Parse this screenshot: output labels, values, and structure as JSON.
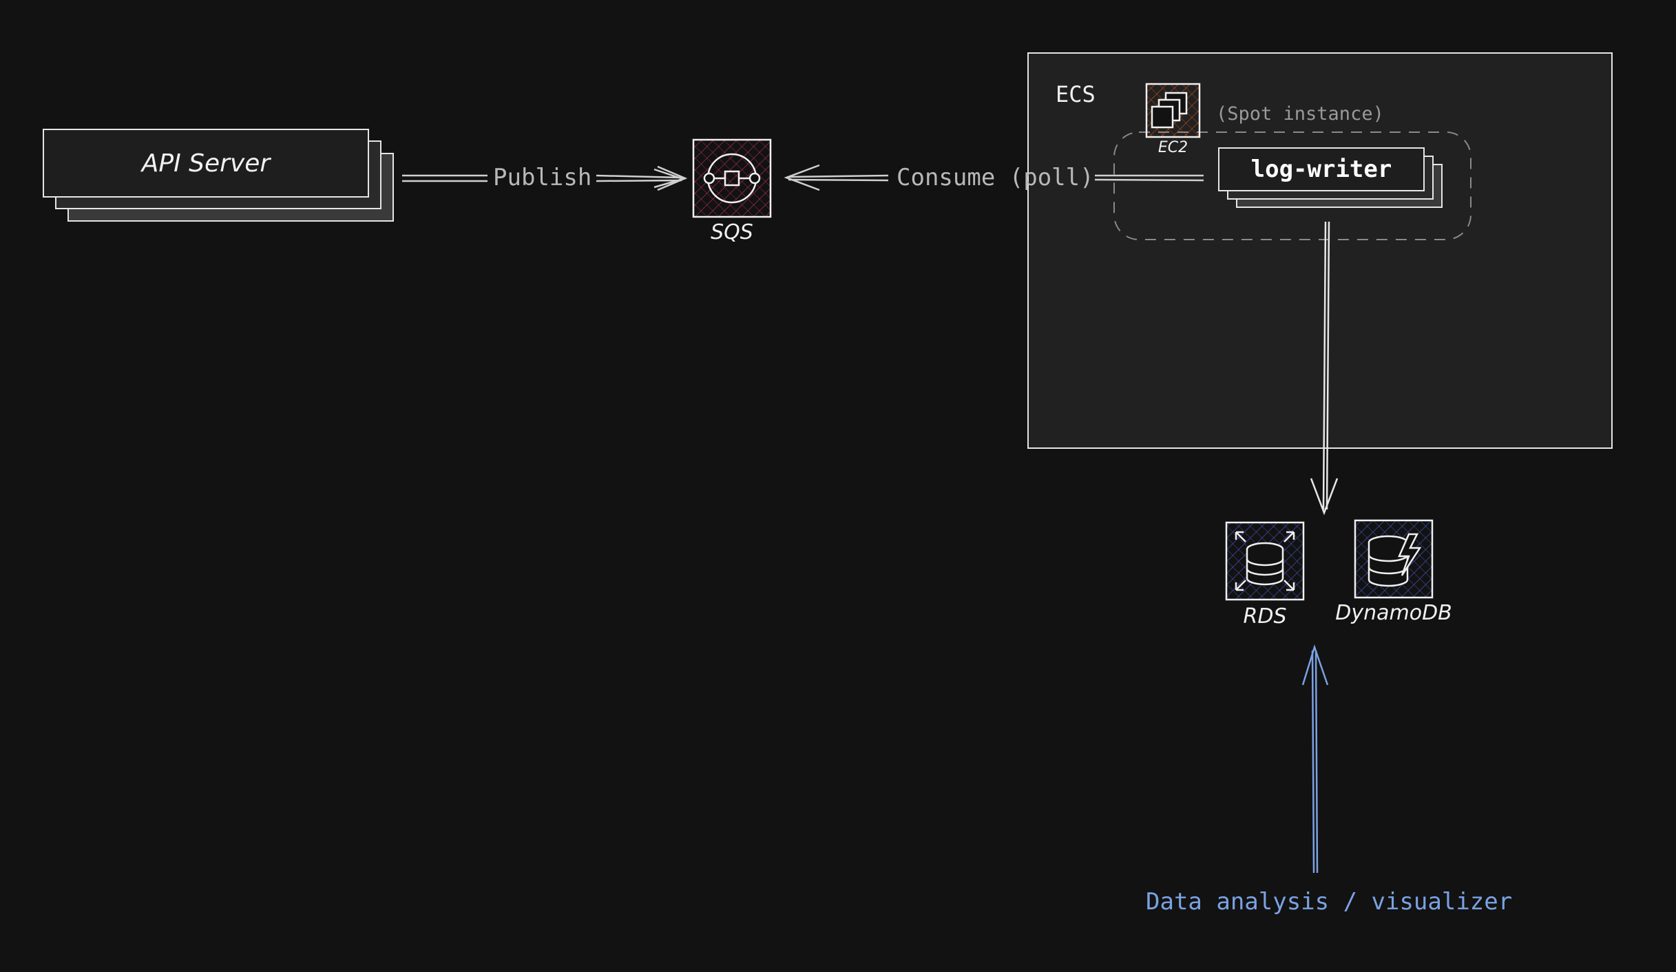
{
  "nodes": {
    "api_server": "API Server",
    "sqs": "SQS",
    "ecs": "ECS",
    "ec2": "EC2",
    "spot_instance": "(Spot instance)",
    "log_writer": "log-writer",
    "rds": "RDS",
    "dynamodb": "DynamoDB",
    "analysis": "Data analysis / visualizer"
  },
  "edges": {
    "publish": "Publish",
    "consume": "Consume (poll)"
  },
  "colors": {
    "background": "#121212",
    "stroke": "#e6e6e6",
    "sqs_accent": "#d6336c",
    "ec2_accent": "#e8590c",
    "db_accent": "#4c5fd5",
    "analysis": "#7aa2e3"
  }
}
